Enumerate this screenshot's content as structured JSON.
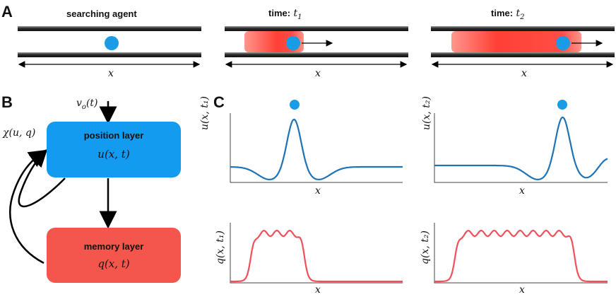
{
  "panel_a": {
    "letter": "A",
    "scenes": [
      {
        "title": "searching agent",
        "x_label": "x"
      },
      {
        "title_prefix": "time:",
        "title_var": "t",
        "title_sub": "1",
        "x_label": "x"
      },
      {
        "title_prefix": "time:",
        "title_var": "t",
        "title_sub": "2",
        "x_label": "x"
      }
    ]
  },
  "panel_b": {
    "letter": "B",
    "input_label": "v",
    "input_sub": "o",
    "input_arg": "(t)",
    "feedback_label": "χ(u, q)",
    "position_layer": {
      "title": "position layer",
      "equation": "u(x, t)"
    },
    "memory_layer": {
      "title": "memory layer",
      "equation": "q(x, t)"
    }
  },
  "panel_c": {
    "letter": "C",
    "x_label": "x",
    "ylabels": {
      "u1": "u(x, t₁)",
      "u2": "u(x, t₂)",
      "q1": "q(x, t₁)",
      "q2": "q(x, t₂)"
    }
  },
  "colors": {
    "agent": "#1a9be6",
    "position_box": "#139bf0",
    "memory_box": "#f4564c",
    "u_curve": "#1f73b5",
    "q_curve": "#f0505a",
    "pipe": "#222222",
    "trail": "#ff3030"
  }
}
